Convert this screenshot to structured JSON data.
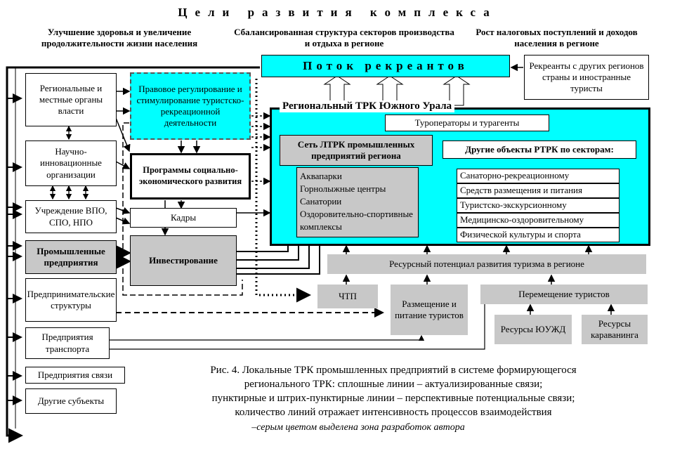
{
  "title": "Цели развития комплекса",
  "goals": {
    "left": "Улучшение здоровья и увеличение продолжительности жизни населения",
    "center": "Сбалансированная структура секторов производства и отдыха в регионе",
    "right": "Рост налоговых поступлений и доходов населения в регионе"
  },
  "flow": "Поток рекреантов",
  "tourists_external": "Рекреанты с других регионов страны и иностранные туристы",
  "left_column": {
    "authorities": "Региональные и местные органы власти",
    "science": "Научно-инновационные организации",
    "education": "Учреждение ВПО, СПО, НПО",
    "industry": "Промышленные предприятия",
    "business": "Предпринимательские структуры",
    "transport": "Предприятия транспорта",
    "communication": "Предприятия связи",
    "other": "Другие субъекты"
  },
  "middle_column": {
    "legal": "Правовое регулирование и стимулирование туристско-рекреационной деятельности",
    "programs": "Программы социально-экономического развития",
    "staff": "Кадры",
    "investment": "Инвестирование"
  },
  "trk": {
    "title": "Региональный ТРК Южного Урала",
    "tour_operators": "Туроператоры и турагенты",
    "ltrk_title": "Сеть ЛТРК промышленных предприятий региона",
    "ltrk_items": [
      "Аквапарки",
      "Горнолыжные центры",
      "Санатории",
      "Оздоровительно-спортивные комплексы"
    ],
    "other_title": "Другие объекты РТРК по секторам:",
    "sectors": [
      "Санаторно-рекреационному",
      "Средств размещения и питания",
      "Туристско-экскурсионному",
      "Медицинско-оздоровительному",
      "Физической культуры и спорта"
    ]
  },
  "resources": {
    "potential": "Ресурсный потенциал развития туризма в регионе",
    "chp": "ЧТП",
    "accommodation": "Размещение и питание туристов",
    "movement": "Перемещение туристов",
    "railway": "Ресурсы ЮУЖД",
    "caravan": "Ресурсы караванинга"
  },
  "caption": {
    "line1": "Рис. 4. Локальные ТРК промышленных предприятий в системе формирующегося",
    "line2": "регионального ТРК: сплошные линии – актуализированные связи;",
    "line3": "пунктирные и штрих-пунктирные линии – перспективные потенциальные связи;",
    "line4": "количество линий отражает интенсивность процессов взаимодействия",
    "line5": "–серым цветом выделена зона разработок автора"
  }
}
